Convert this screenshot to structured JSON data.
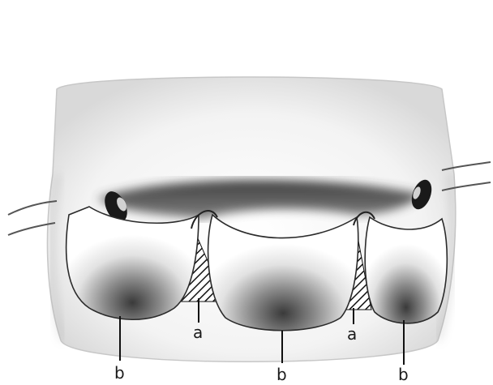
{
  "figure": {
    "labels": {
      "a_left": "a",
      "a_right": "a",
      "b_left": "b",
      "b_middle": "b",
      "b_right": "b"
    },
    "colors": {
      "background": "#ffffff",
      "outline": "#1a1a1a",
      "shadow": "#2b2b2b",
      "hatch": "#111111"
    }
  }
}
